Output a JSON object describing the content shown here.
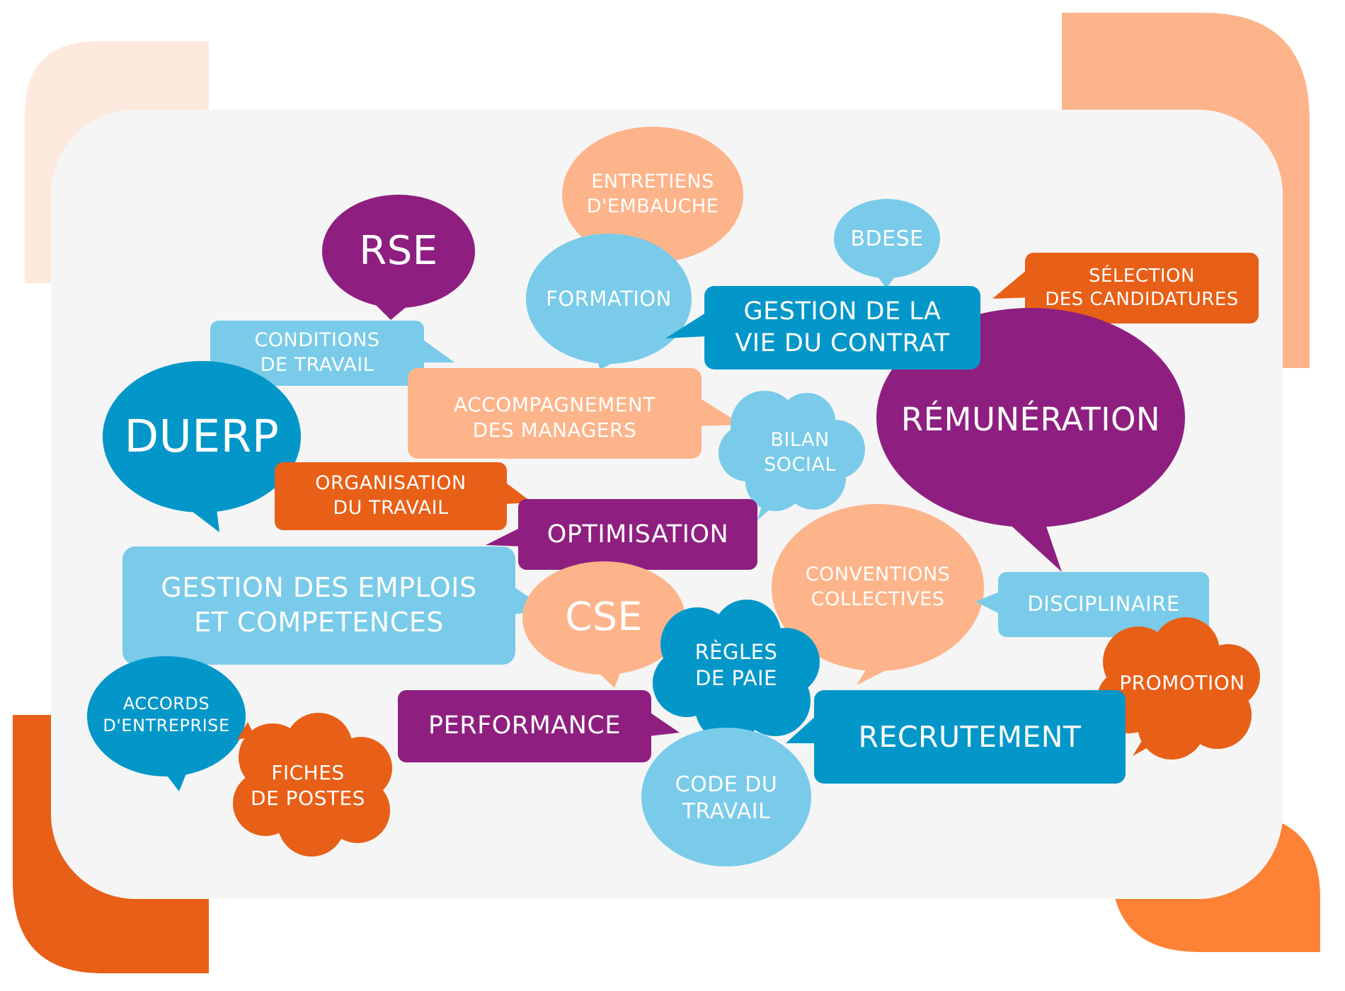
{
  "colors": {
    "purple": "#8e1f80",
    "dark_blue": "#0397c9",
    "light_blue": "#79cbe9",
    "peach": "#fdb48a",
    "orange": "#e85f17",
    "pale_peach": "#fee9de",
    "panel": "#f5f5f5"
  },
  "bubbles": {
    "rse": "RSE",
    "entretiens": "ENTRETIENS\nD'EMBAUCHE",
    "bdese": "BDESE",
    "selection": "SÉLECTION\nDES CANDIDATURES",
    "formation": "FORMATION",
    "gestion_vie": "GESTION DE LA\nVIE DU CONTRAT",
    "conditions": "CONDITIONS\nDE TRAVAIL",
    "remuneration": "RÉMUNÉRATION",
    "accompagnement": "ACCOMPAGNEMENT\nDES MANAGERS",
    "duerp": "DUERP",
    "bilan": "BILAN\nSOCIAL",
    "organisation": "ORGANISATION\nDU TRAVAIL",
    "optimisation": "OPTIMISATION",
    "conventions": "CONVENTIONS\nCOLLECTIVES",
    "gestion_emplois": "GESTION DES EMPLOIS\nET COMPETENCES",
    "cse": "CSE",
    "disciplinaire": "DISCIPLINAIRE",
    "regles": "RÈGLES\nDE PAIE",
    "accords": "ACCORDS\nD'ENTREPRISE",
    "promotion": "PROMOTION",
    "performance": "PERFORMANCE",
    "recrutement": "RECRUTEMENT",
    "fiches": "FICHES\nDE POSTES",
    "code": "CODE DU\nTRAVAIL"
  }
}
